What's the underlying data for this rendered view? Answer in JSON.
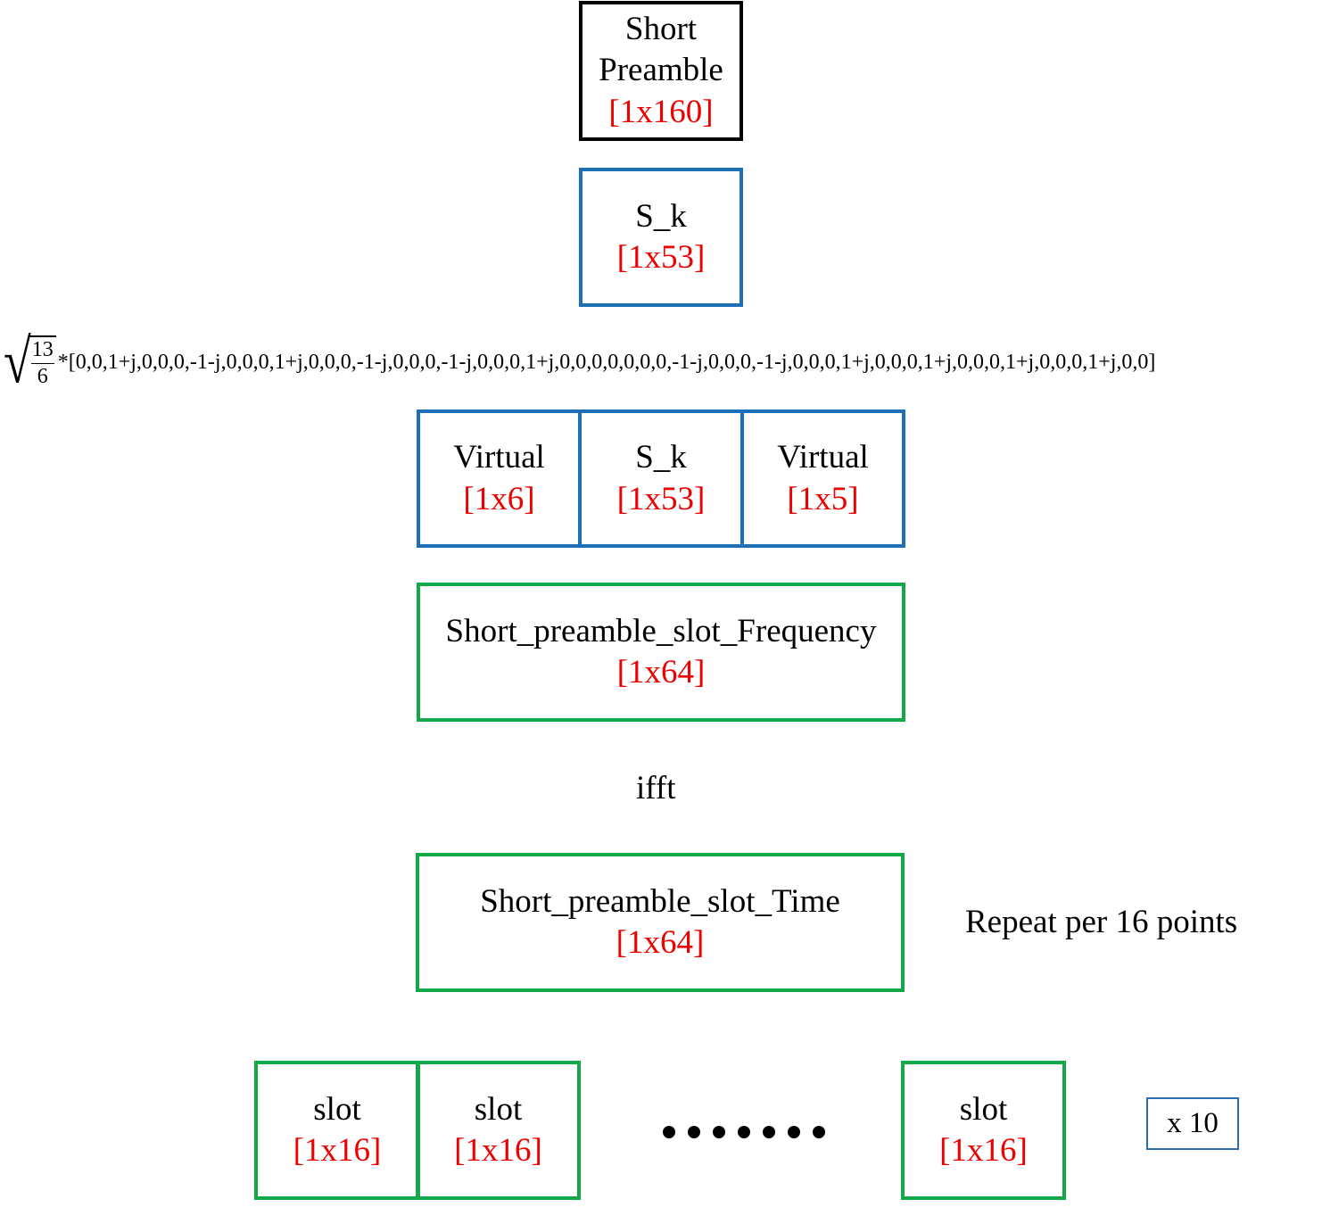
{
  "short_preamble": {
    "name_line1": "Short",
    "name_line2": "Preamble",
    "size": "[1x160]"
  },
  "s_k_block": {
    "name": "S_k",
    "size": "[1x53]"
  },
  "formula": {
    "frac_num": "13",
    "frac_den": "6",
    "vector": "*[0,0,1+j,0,0,0,-1-j,0,0,0,1+j,0,0,0,-1-j,0,0,0,-1-j,0,0,0,1+j,0,0,0,0,0,0,0,-1-j,0,0,0,-1-j,0,0,0,1+j,0,0,0,1+j,0,0,0,1+j,0,0,0,1+j,0,0]"
  },
  "virtual_left": {
    "name": "Virtual",
    "size": "[1x6]"
  },
  "s_k_mid": {
    "name": "S_k",
    "size": "[1x53]"
  },
  "virtual_right": {
    "name": "Virtual",
    "size": "[1x5]"
  },
  "freq_block": {
    "name": "Short_preamble_slot_Frequency",
    "size": "[1x64]"
  },
  "ifft_label": "ifft",
  "time_block": {
    "name": "Short_preamble_slot_Time",
    "size": "[1x64]"
  },
  "repeat_label": "Repeat per 16 points",
  "slots": [
    {
      "name": "slot",
      "size": "[1x16]"
    },
    {
      "name": "slot",
      "size": "[1x16]"
    },
    {
      "name": "slot",
      "size": "[1x16]"
    }
  ],
  "repeat_count": "x 10",
  "colors": {
    "black": "#000000",
    "blue": "#1f6fb6",
    "green": "#13a84a",
    "red": "#ee0000"
  }
}
